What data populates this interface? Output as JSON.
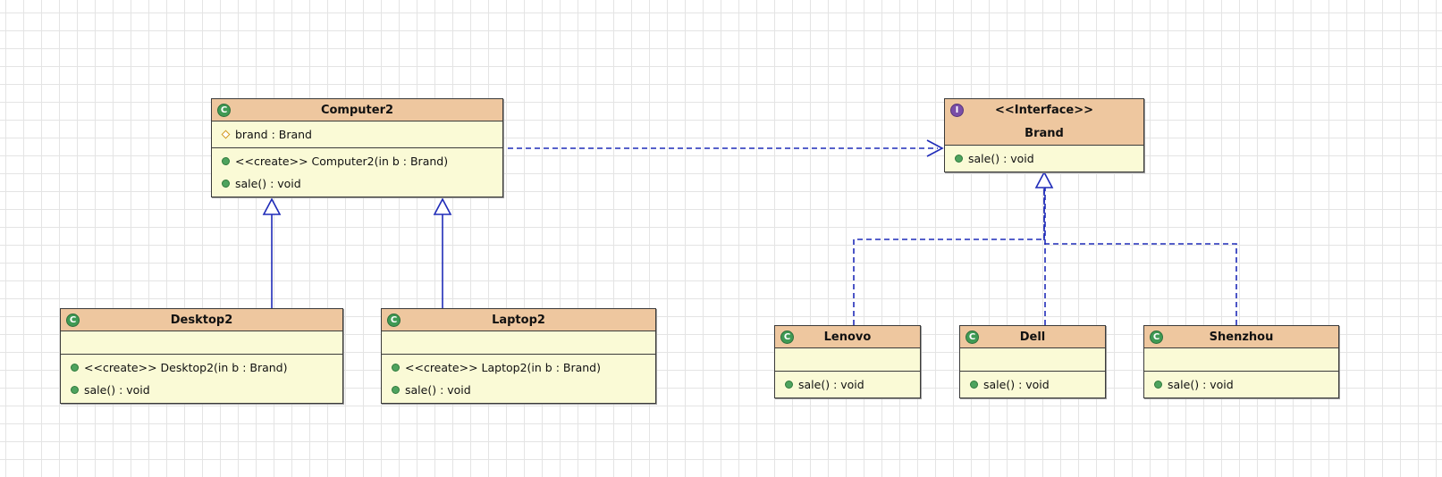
{
  "classes": {
    "computer2": {
      "name": "Computer2",
      "attributes": [
        {
          "text": "brand : Brand",
          "visibility": "protected"
        }
      ],
      "operations": [
        {
          "text": "<<create>> Computer2(in b : Brand)",
          "visibility": "public"
        },
        {
          "text": "sale() : void",
          "visibility": "public"
        }
      ]
    },
    "brand": {
      "stereotype": "<<Interface>>",
      "name": "Brand",
      "operations": [
        {
          "text": "sale() : void",
          "visibility": "public"
        }
      ]
    },
    "desktop2": {
      "name": "Desktop2",
      "operations": [
        {
          "text": "<<create>> Desktop2(in b : Brand)",
          "visibility": "public"
        },
        {
          "text": "sale() : void",
          "visibility": "public"
        }
      ]
    },
    "laptop2": {
      "name": "Laptop2",
      "operations": [
        {
          "text": "<<create>> Laptop2(in b : Brand)",
          "visibility": "public"
        },
        {
          "text": "sale() : void",
          "visibility": "public"
        }
      ]
    },
    "lenovo": {
      "name": "Lenovo",
      "operations": [
        {
          "text": "sale() : void",
          "visibility": "public"
        }
      ]
    },
    "dell": {
      "name": "Dell",
      "operations": [
        {
          "text": "sale() : void",
          "visibility": "public"
        }
      ]
    },
    "shenzhou": {
      "name": "Shenzhou",
      "operations": [
        {
          "text": "sale() : void",
          "visibility": "public"
        }
      ]
    }
  },
  "relations": [
    {
      "from": "computer2",
      "to": "brand",
      "kind": "dependency"
    },
    {
      "from": "desktop2",
      "to": "computer2",
      "kind": "generalization"
    },
    {
      "from": "laptop2",
      "to": "computer2",
      "kind": "generalization"
    },
    {
      "from": "lenovo",
      "to": "brand",
      "kind": "realization"
    },
    {
      "from": "dell",
      "to": "brand",
      "kind": "realization"
    },
    {
      "from": "shenzhou",
      "to": "brand",
      "kind": "realization"
    }
  ],
  "icons": {
    "class": "C",
    "interface": "I"
  },
  "colors": {
    "line": "#1f2bb8",
    "header_fill": "#eec79f",
    "body_fill": "#fafad6",
    "class_icon": "#3f9a54",
    "interface_icon": "#7a4ea8"
  }
}
